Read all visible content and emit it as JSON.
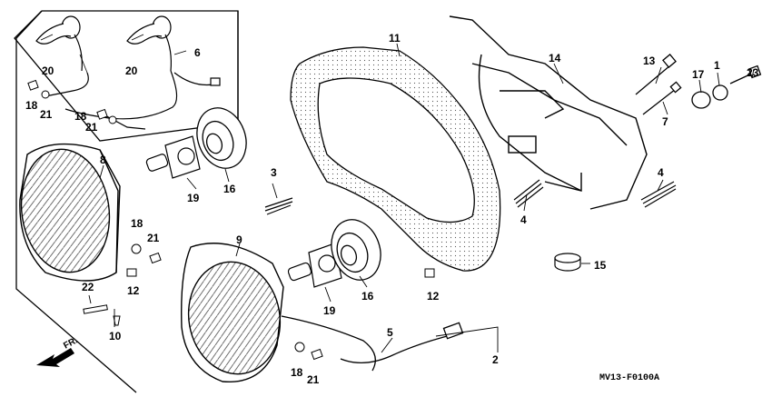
{
  "diagram": {
    "ref_code": "MV13-F0100A",
    "direction_label": "FR.",
    "callouts": {
      "c1": "1",
      "c2": "2",
      "c3": "3",
      "c4a": "4",
      "c4b": "4",
      "c5": "5",
      "c6": "6",
      "c7": "7",
      "c8": "8",
      "c9": "9",
      "c10": "10",
      "c11": "11",
      "c12a": "12",
      "c12b": "12",
      "c13": "13",
      "c14": "14",
      "c15": "15",
      "c16a": "16",
      "c16b": "16",
      "c17": "17",
      "c18a": "18",
      "c18b": "18",
      "c18c": "18",
      "c18d": "18",
      "c19a": "19",
      "c19b": "19",
      "c20a": "20",
      "c20b": "20",
      "c21a": "21",
      "c21b": "21",
      "c21c": "21",
      "c21d": "21",
      "c22": "22",
      "c23": "23"
    }
  }
}
